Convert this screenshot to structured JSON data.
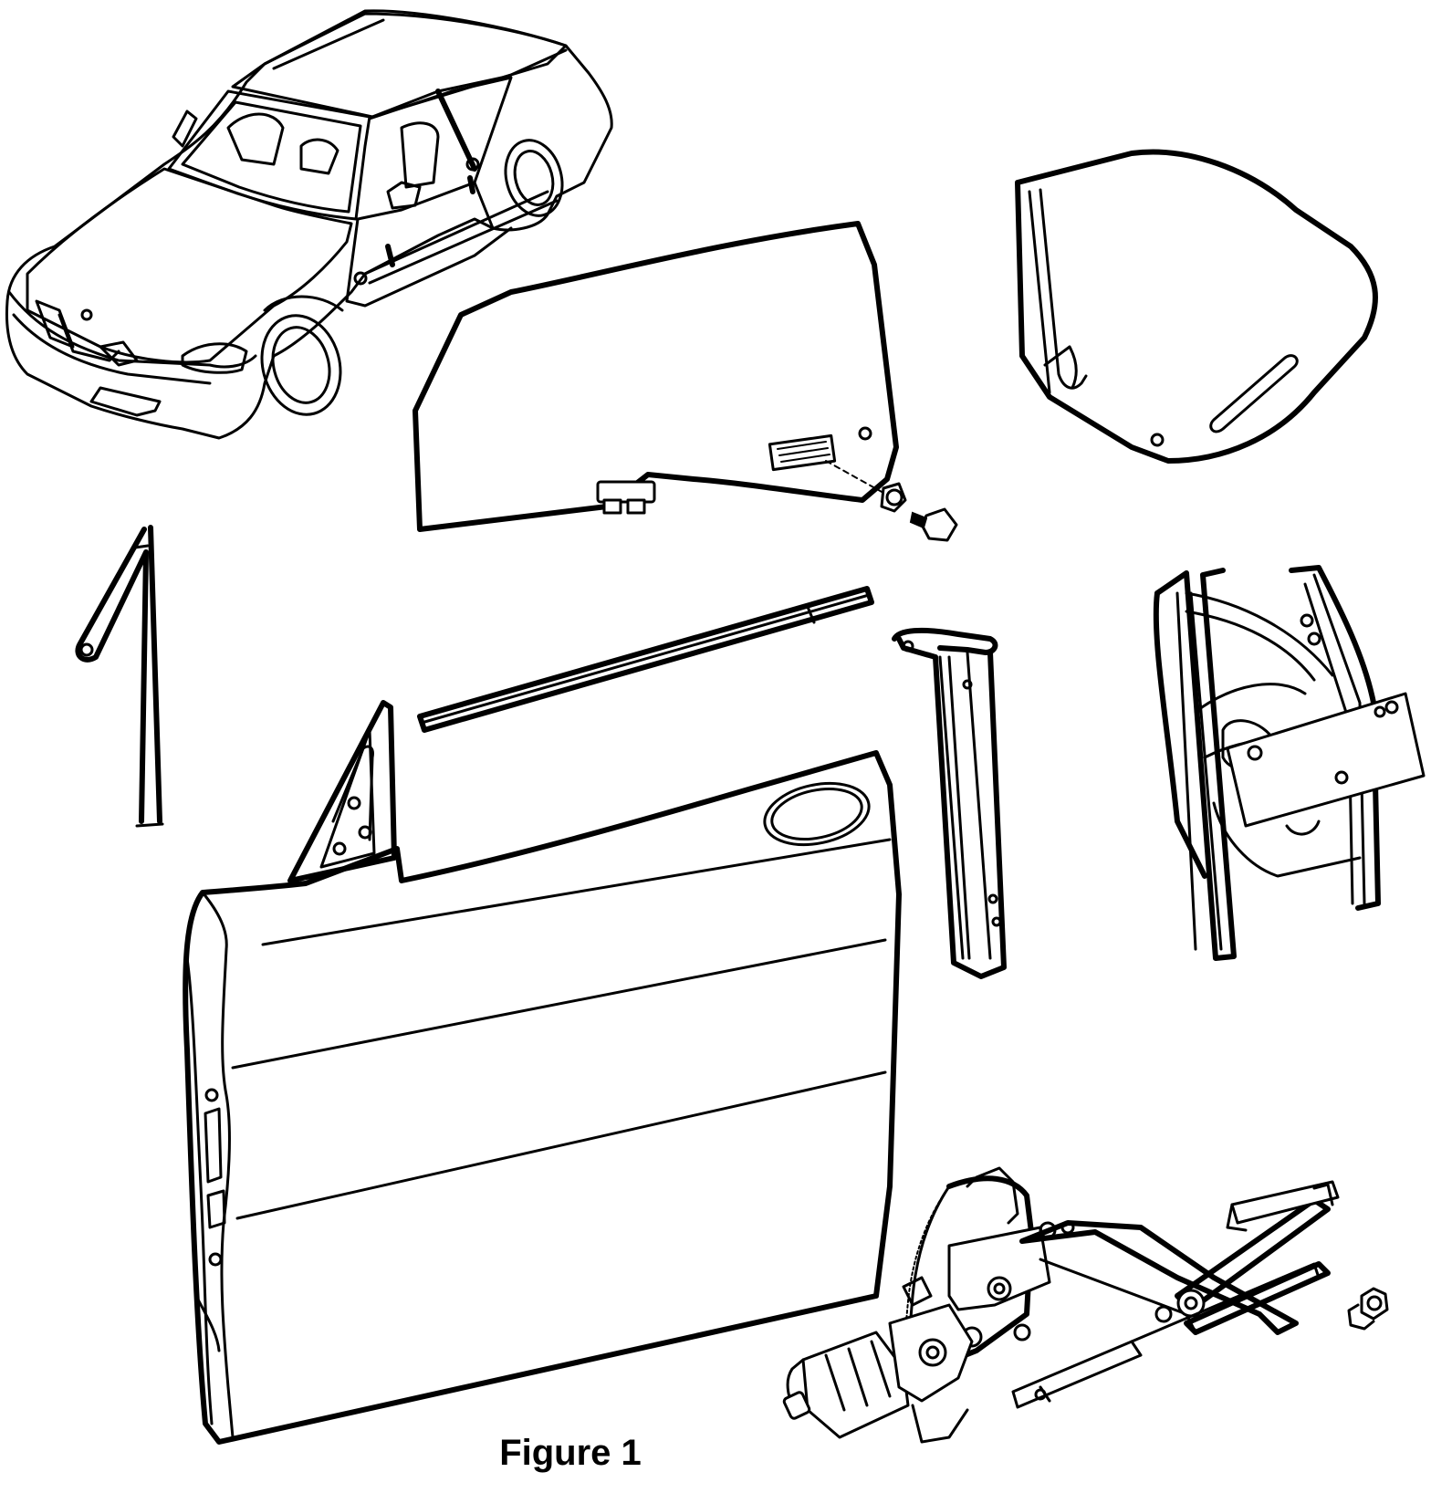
{
  "caption": "Figure 1",
  "parts": [
    {
      "name": "car",
      "icon": "convertible-car-icon"
    },
    {
      "name": "front-door-window-glass",
      "icon": "window-glass-icon"
    },
    {
      "name": "quarter-window-glass",
      "icon": "window-glass-icon"
    },
    {
      "name": "window-channel-seal",
      "icon": "seal-strip-icon"
    },
    {
      "name": "door-outer-belt-strip",
      "icon": "belt-strip-icon"
    },
    {
      "name": "rear-window-guide-rail",
      "icon": "guide-rail-icon"
    },
    {
      "name": "quarter-window-regulator",
      "icon": "regulator-icon"
    },
    {
      "name": "door-shell",
      "icon": "door-panel-icon"
    },
    {
      "name": "window-regulator-with-motor",
      "icon": "regulator-motor-icon"
    },
    {
      "name": "glass-mounting-bolt",
      "icon": "bolt-icon"
    },
    {
      "name": "regulator-nut",
      "icon": "nut-icon"
    }
  ]
}
